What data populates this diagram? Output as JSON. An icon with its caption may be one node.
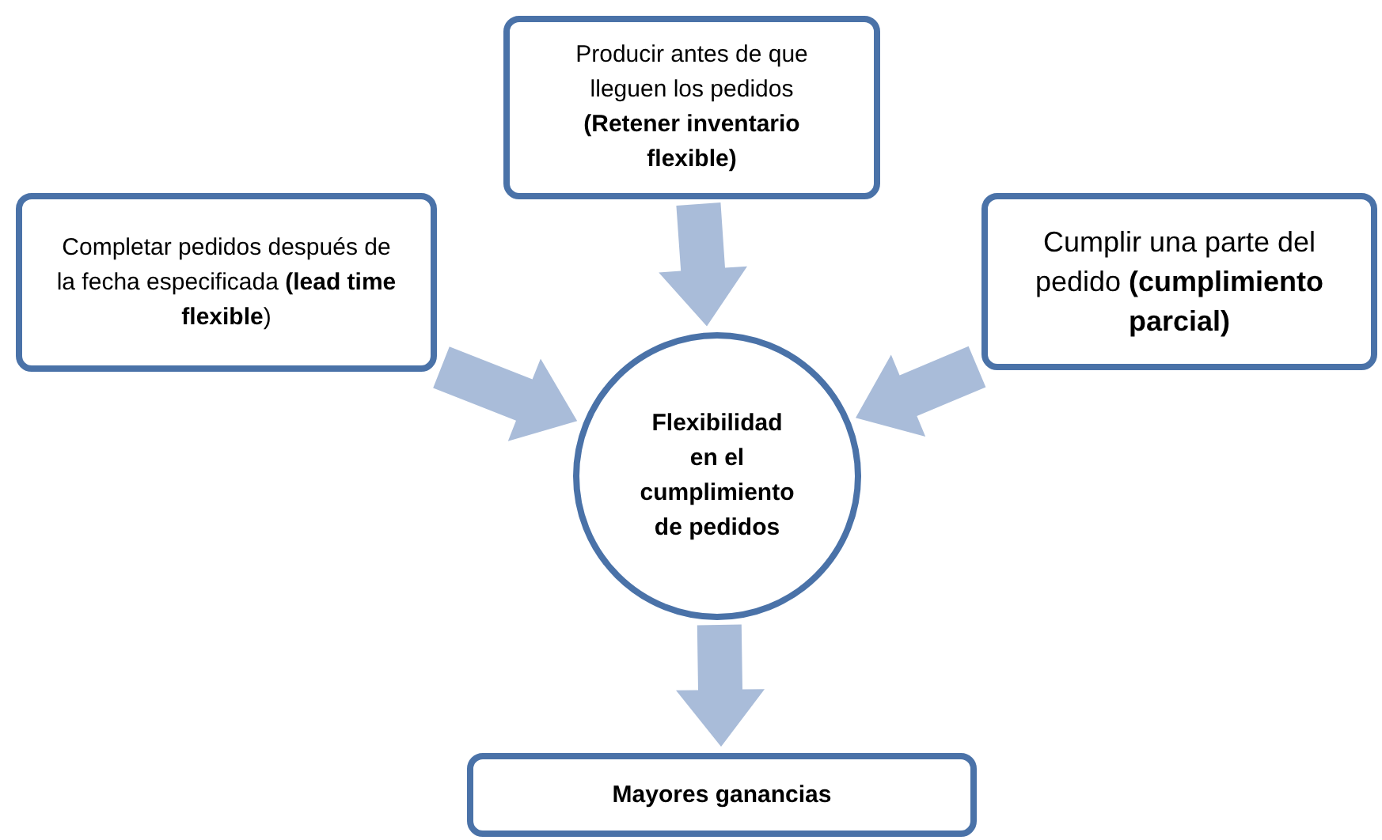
{
  "diagram": {
    "nodes": [
      {
        "text": [
          "Producir antes de que lleguen los pedidos **(Retener inventario flexible)**"
        ]
      },
      {
        "text": [
          "Completar pedidos después de la fecha especificada **(lead time flexible**)"
        ]
      },
      {
        "text": [
          "Cumplir una parte del pedido **(cumplimiento parcial)**"
        ]
      },
      {
        "text": [
          "Flexibilidad en el cumplimiento de pedidos"
        ]
      },
      {
        "text": [
          "Mayores ganancias"
        ]
      }
    ],
    "edges": [
      {
        "from": 0,
        "to": 3,
        "arrow": "to",
        "style": "thick"
      },
      {
        "from": 1,
        "to": 3,
        "arrow": "to",
        "style": "thick"
      },
      {
        "from": 2,
        "to": 3,
        "arrow": "to",
        "style": "thick"
      },
      {
        "from": 3,
        "to": 4,
        "arrow": "to",
        "style": "thick"
      }
    ]
  }
}
